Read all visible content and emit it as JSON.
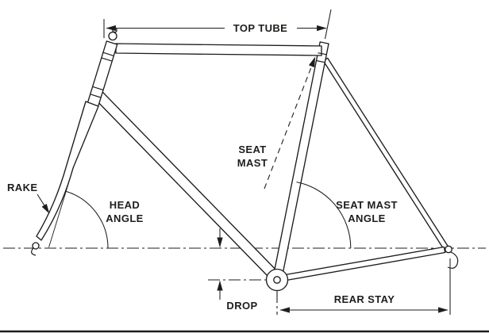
{
  "colors": {
    "ink": "#1d1d1b",
    "paper": "#ffffff"
  },
  "labels": {
    "top_tube": "TOP TUBE",
    "rake": "RAKE",
    "head_angle": [
      "HEAD",
      "ANGLE"
    ],
    "seat_mast": [
      "SEAT",
      "MAST"
    ],
    "seat_mast_angle": [
      "SEAT MAST",
      "ANGLE"
    ],
    "drop": "DROP",
    "rear_stay": "REAR STAY"
  }
}
